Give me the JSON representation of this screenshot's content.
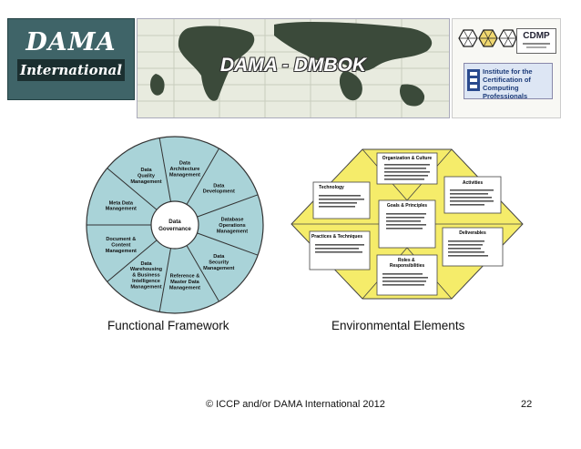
{
  "header": {
    "logo_main": "DAMA",
    "logo_sub": "International",
    "title": "DAMA - DMBOK",
    "cdmp_label": "CDMP",
    "icp_label": "Institute for the Certification of Computing Professionals"
  },
  "framework": {
    "center": "Data Governance",
    "segments": [
      "Data Architecture Management",
      "Data Development",
      "Database Operations Management",
      "Data Security Management",
      "Reference & Master Data Management",
      "Data Warehousing & Business Intelligence Management",
      "Document & Content Management",
      "Meta Data Management",
      "Data Quality Management"
    ],
    "caption": "Functional Framework"
  },
  "environment": {
    "top": "Organization & Culture",
    "center": "Goals & Principles",
    "left_top": "Technology",
    "left_bottom": "Practices & Techniques",
    "right_top": "Activities",
    "right_bottom": "Deliverables",
    "bottom": "Roles & Responsibilities",
    "caption": "Environmental Elements"
  },
  "footer": {
    "copyright": "© ICCP and/or  DAMA International 2012",
    "page": "22"
  },
  "colors": {
    "wheel": "#a9d3d8",
    "hex": "#f5ec6a",
    "dama": "#3f6468"
  }
}
